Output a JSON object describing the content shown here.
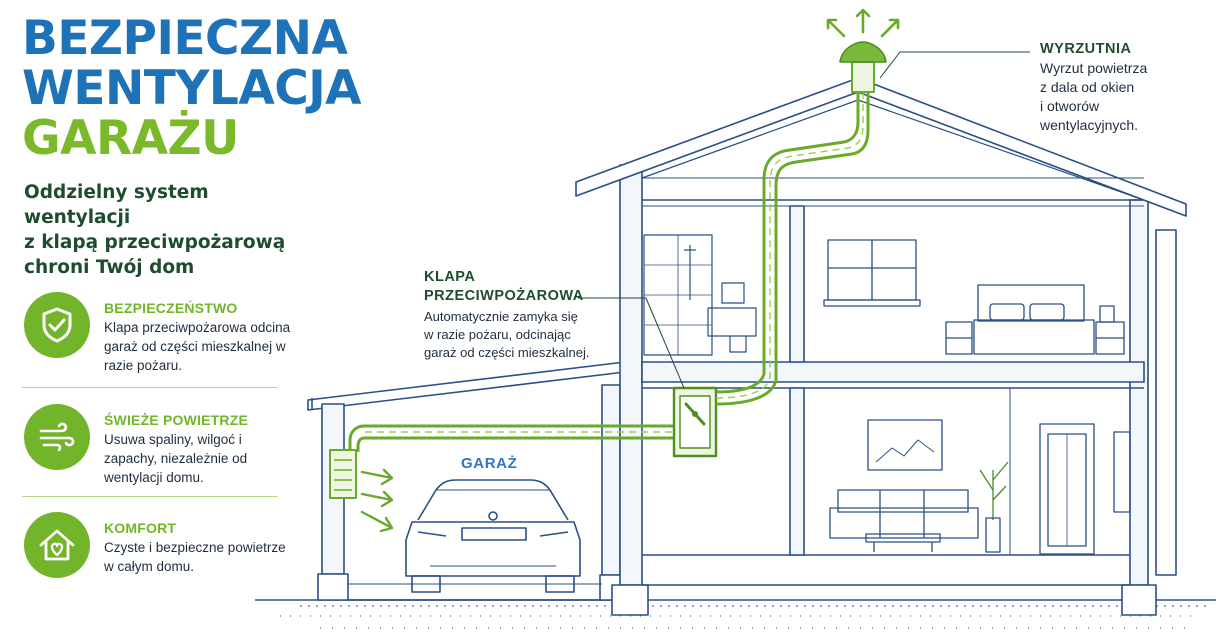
{
  "header": {
    "title_line1": "BEZPIECZNA",
    "title_line2": "WENTYLACJA",
    "title_line3": "GARAŻU",
    "subtitle_line1": "Oddzielny system wentylacji",
    "subtitle_line2": "z klapą przeciwpożarową",
    "subtitle_line3": "chroni Twój dom"
  },
  "features": [
    {
      "icon": "shield-check-icon",
      "title": "BEZPIECZEŃSTWO",
      "desc": "Klapa przeciwpożarowa odcina garaż od części mieszkalnej w razie pożaru."
    },
    {
      "icon": "wind-icon",
      "title": "ŚWIEŻE POWIETRZE",
      "desc": "Usuwa spaliny, wilgoć i zapachy, niezależnie od wentylacji domu."
    },
    {
      "icon": "house-heart-icon",
      "title": "KOMFORT",
      "desc": "Czyste i bezpieczne powietrze w całym domu."
    }
  ],
  "callouts": {
    "damper": {
      "title_line1": "KLAPA",
      "title_line2": "PRZECIWPOŻAROWA",
      "desc_line1": "Automatycznie zamyka się",
      "desc_line2": "w razie pożaru, odcinając",
      "desc_line3": "garaż od części mieszkalnej."
    },
    "exhaust": {
      "title": "WYRZUTNIA",
      "desc_line1": "Wyrzut powietrza",
      "desc_line2": "z dala od okien",
      "desc_line3": "i otworów",
      "desc_line4": "wentylacyjnych."
    },
    "garage_label": "GARAŻ"
  },
  "colors": {
    "title_blue": "#1d72b8",
    "accent_green": "#72b52b",
    "dark_green": "#1f4c2e",
    "line_blue": "#2b4f86",
    "duct_green": "#6aaa2a"
  }
}
